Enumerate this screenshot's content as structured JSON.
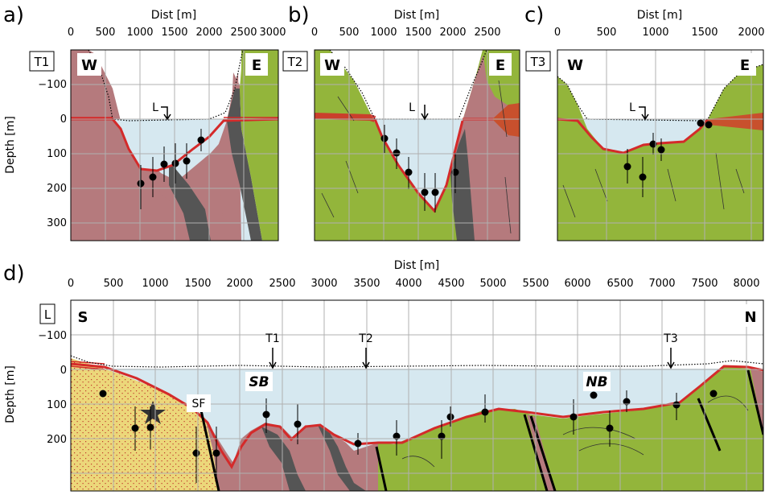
{
  "panels": {
    "a": {
      "letter": "a)",
      "profile": "T1",
      "west": "W",
      "east": "E",
      "marker": "L",
      "dist_label": "Dist [m]",
      "depth_label": "Depth [m]",
      "dist_ticks": [
        "0",
        "500",
        "1000",
        "1500",
        "2000",
        "2500",
        "3000"
      ],
      "depth_ticks": [
        "−100",
        "0",
        "100",
        "200",
        "300"
      ]
    },
    "b": {
      "letter": "b)",
      "profile": "T2",
      "west": "W",
      "east": "E",
      "marker": "L",
      "dist_label": "Dist [m]",
      "dist_ticks": [
        "0",
        "500",
        "1000",
        "1500",
        "2000",
        "2500"
      ]
    },
    "c": {
      "letter": "c)",
      "profile": "T3",
      "west": "W",
      "east": "E",
      "marker": "L",
      "dist_label": "Dist [m]",
      "dist_ticks": [
        "0",
        "500",
        "1000",
        "1500",
        "2000"
      ]
    },
    "d": {
      "letter": "d)",
      "profile": "L",
      "south": "S",
      "north": "N",
      "dist_label": "Dist [m]",
      "depth_label": "Depth [m]",
      "dist_ticks": [
        "0",
        "500",
        "1000",
        "1500",
        "2000",
        "2500",
        "3000",
        "3500",
        "4000",
        "4500",
        "5000",
        "5500",
        "6000",
        "6500",
        "7000",
        "7500",
        "8000"
      ],
      "depth_ticks": [
        "−100",
        "0",
        "100",
        "200"
      ],
      "markers": [
        "T1",
        "T2",
        "T3"
      ],
      "basins": [
        "SB",
        "NB"
      ],
      "fault": "SF"
    }
  },
  "colors": {
    "water": "#d6e8f0",
    "rock_red": "#b57a7d",
    "rock_green": "#93b53b",
    "rock_dark": "#555555",
    "sediment_yellow": "#ecd77a",
    "reflector": "#d42a2a",
    "grid": "#b0b0b0"
  }
}
